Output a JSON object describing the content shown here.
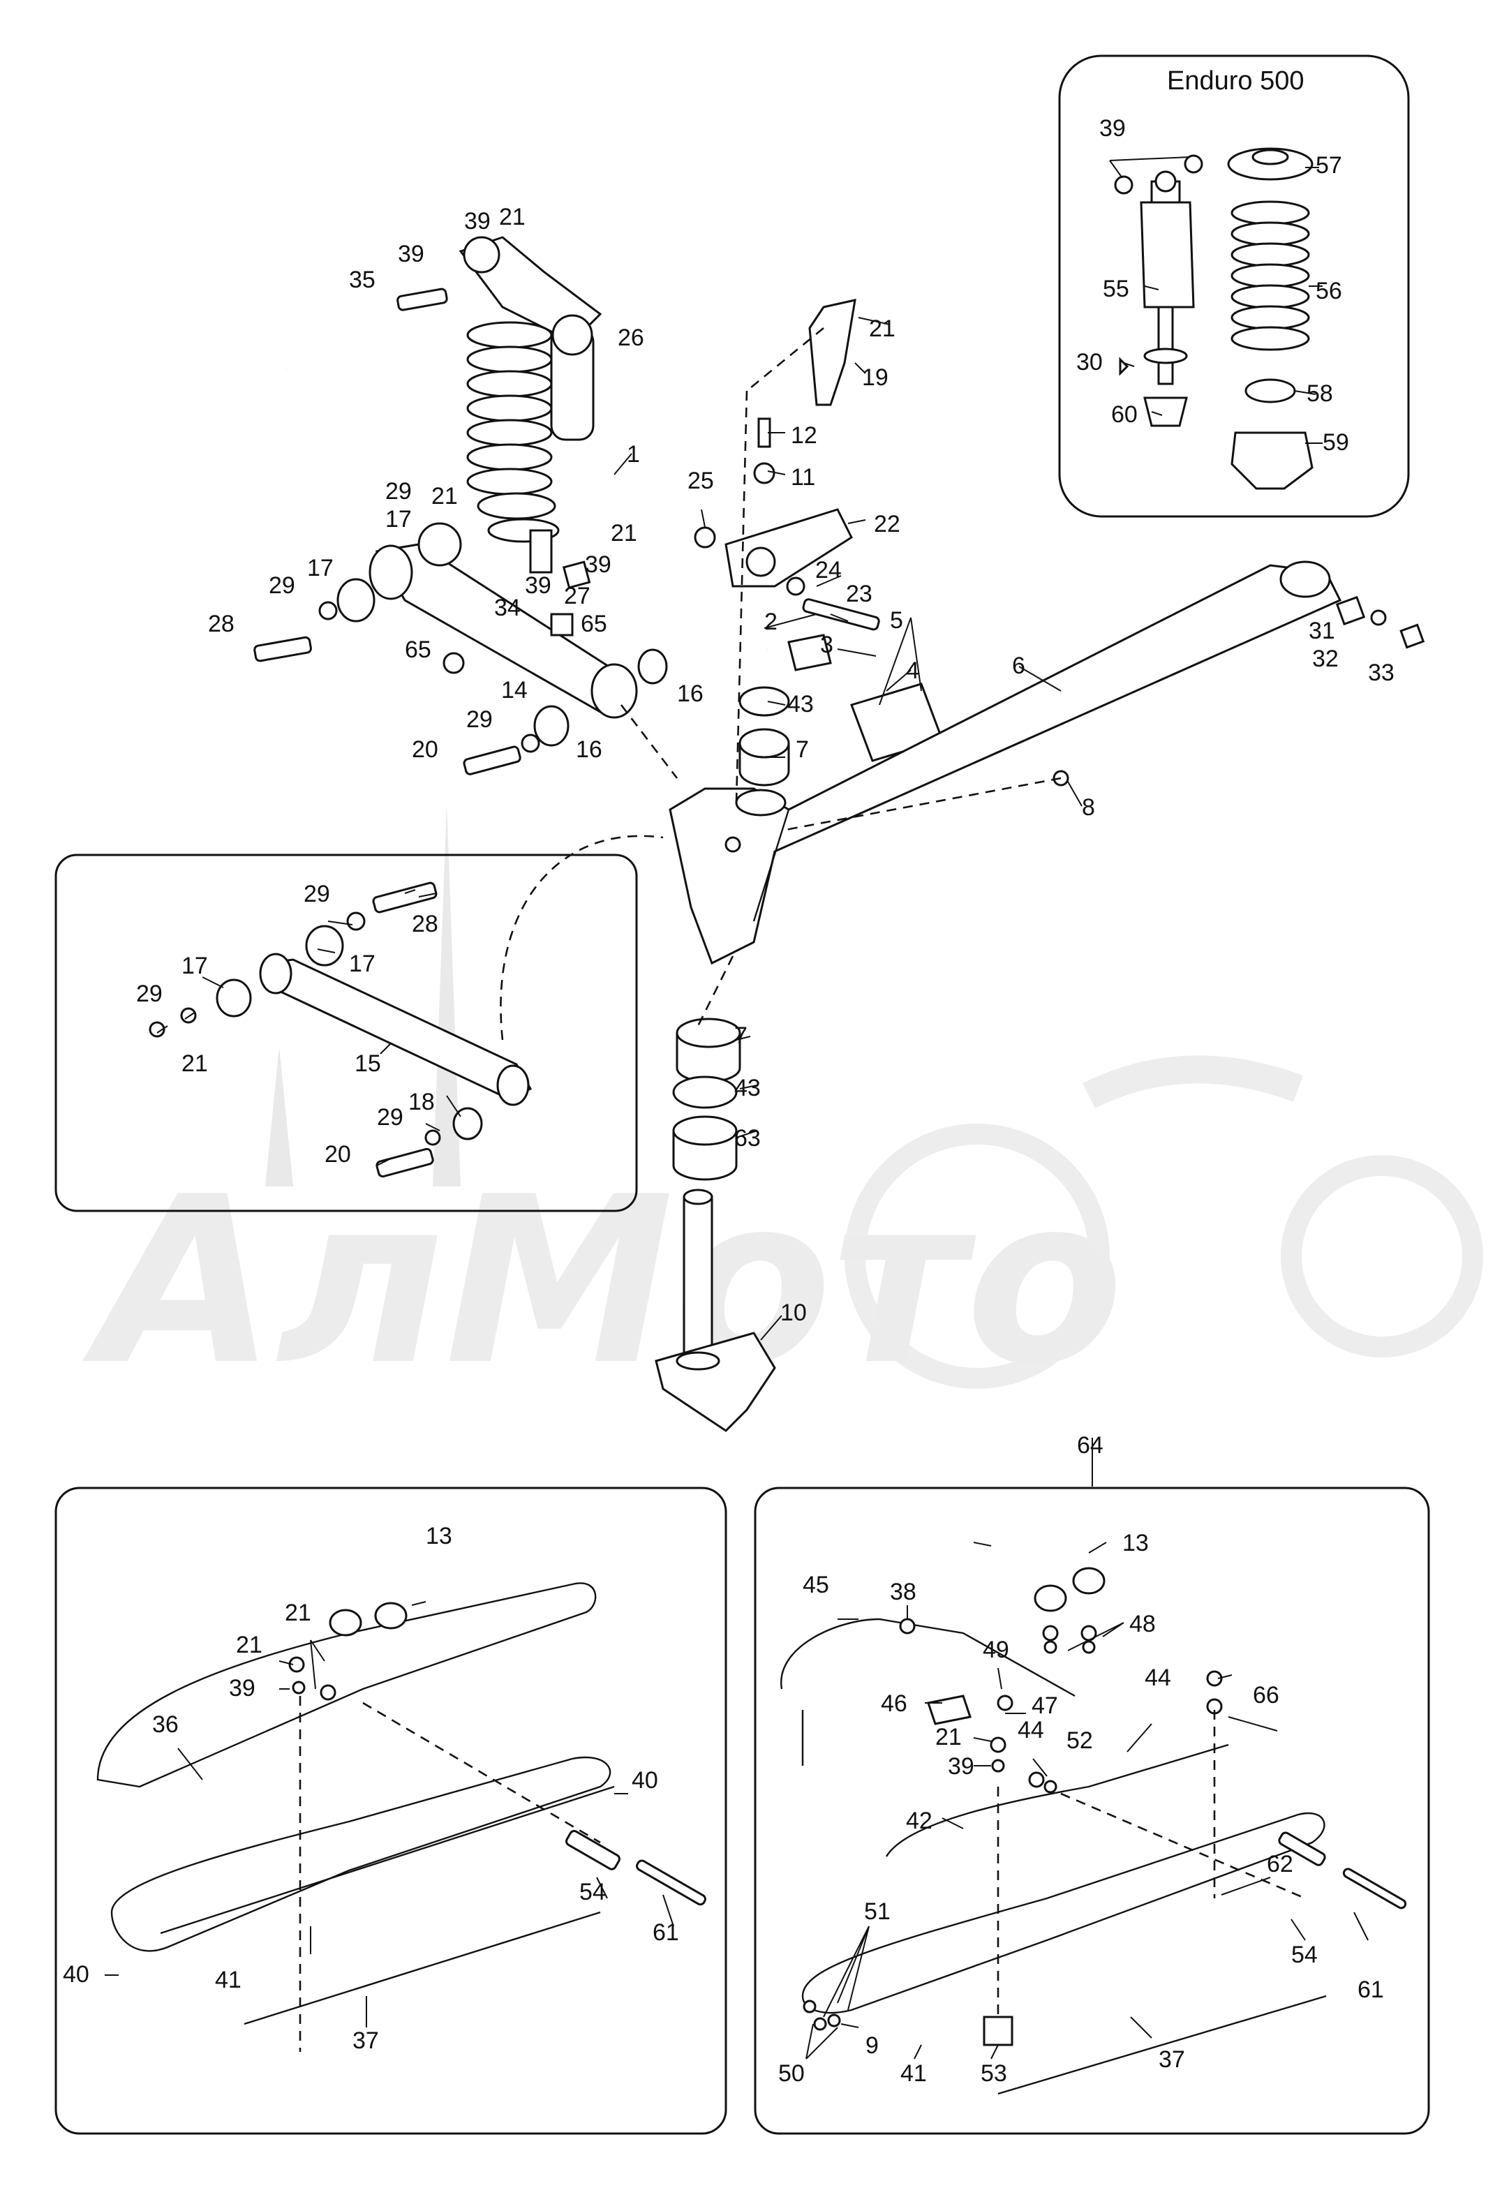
{
  "inset_title": "Enduro 500",
  "watermark": "АлМото",
  "callouts": {
    "c1": "1",
    "c2": "2",
    "c3": "3",
    "c4": "4",
    "c5": "5",
    "c6": "6",
    "c7a": "7",
    "c7b": "7",
    "c8": "8",
    "c9": "9",
    "c10": "10",
    "c11": "11",
    "c12": "12",
    "c13a": "13",
    "c13b": "13",
    "c14": "14",
    "c15": "15",
    "c16a": "16",
    "c16b": "16",
    "c17a": "17",
    "c17b": "17",
    "c17c": "17",
    "c17d": "17",
    "c18": "18",
    "c19": "19",
    "c20a": "20",
    "c20b": "20",
    "c21a": "21",
    "c21b": "21",
    "c21c": "21",
    "c21d": "21",
    "c21e": "21",
    "c21f": "21",
    "c21g": "21",
    "c21h": "21",
    "c22": "22",
    "c23": "23",
    "c24": "24",
    "c25": "25",
    "c26": "26",
    "c27": "27",
    "c28a": "28",
    "c28b": "28",
    "c29a": "29",
    "c29b": "29",
    "c29c": "29",
    "c29d": "29",
    "c29e": "29",
    "c29f": "29",
    "c30": "30",
    "c31": "31",
    "c32": "32",
    "c33": "33",
    "c34": "34",
    "c35": "35",
    "c36": "36",
    "c37a": "37",
    "c37b": "37",
    "c38": "38",
    "c39a": "39",
    "c39b": "39",
    "c39c": "39",
    "c39d": "39",
    "c39e": "39",
    "c39f": "39",
    "c39g": "39",
    "c40a": "40",
    "c40b": "40",
    "c41a": "41",
    "c41b": "41",
    "c42": "42",
    "c43a": "43",
    "c43b": "43",
    "c44a": "44",
    "c44b": "44",
    "c45": "45",
    "c46": "46",
    "c47": "47",
    "c48": "48",
    "c49": "49",
    "c50": "50",
    "c51": "51",
    "c52": "52",
    "c53": "53",
    "c54a": "54",
    "c54b": "54",
    "c55": "55",
    "c56": "56",
    "c57": "57",
    "c58": "58",
    "c59": "59",
    "c60": "60",
    "c61a": "61",
    "c61b": "61",
    "c62": "62",
    "c63": "63",
    "c64": "64",
    "c65a": "65",
    "c65b": "65",
    "c66": "66"
  }
}
